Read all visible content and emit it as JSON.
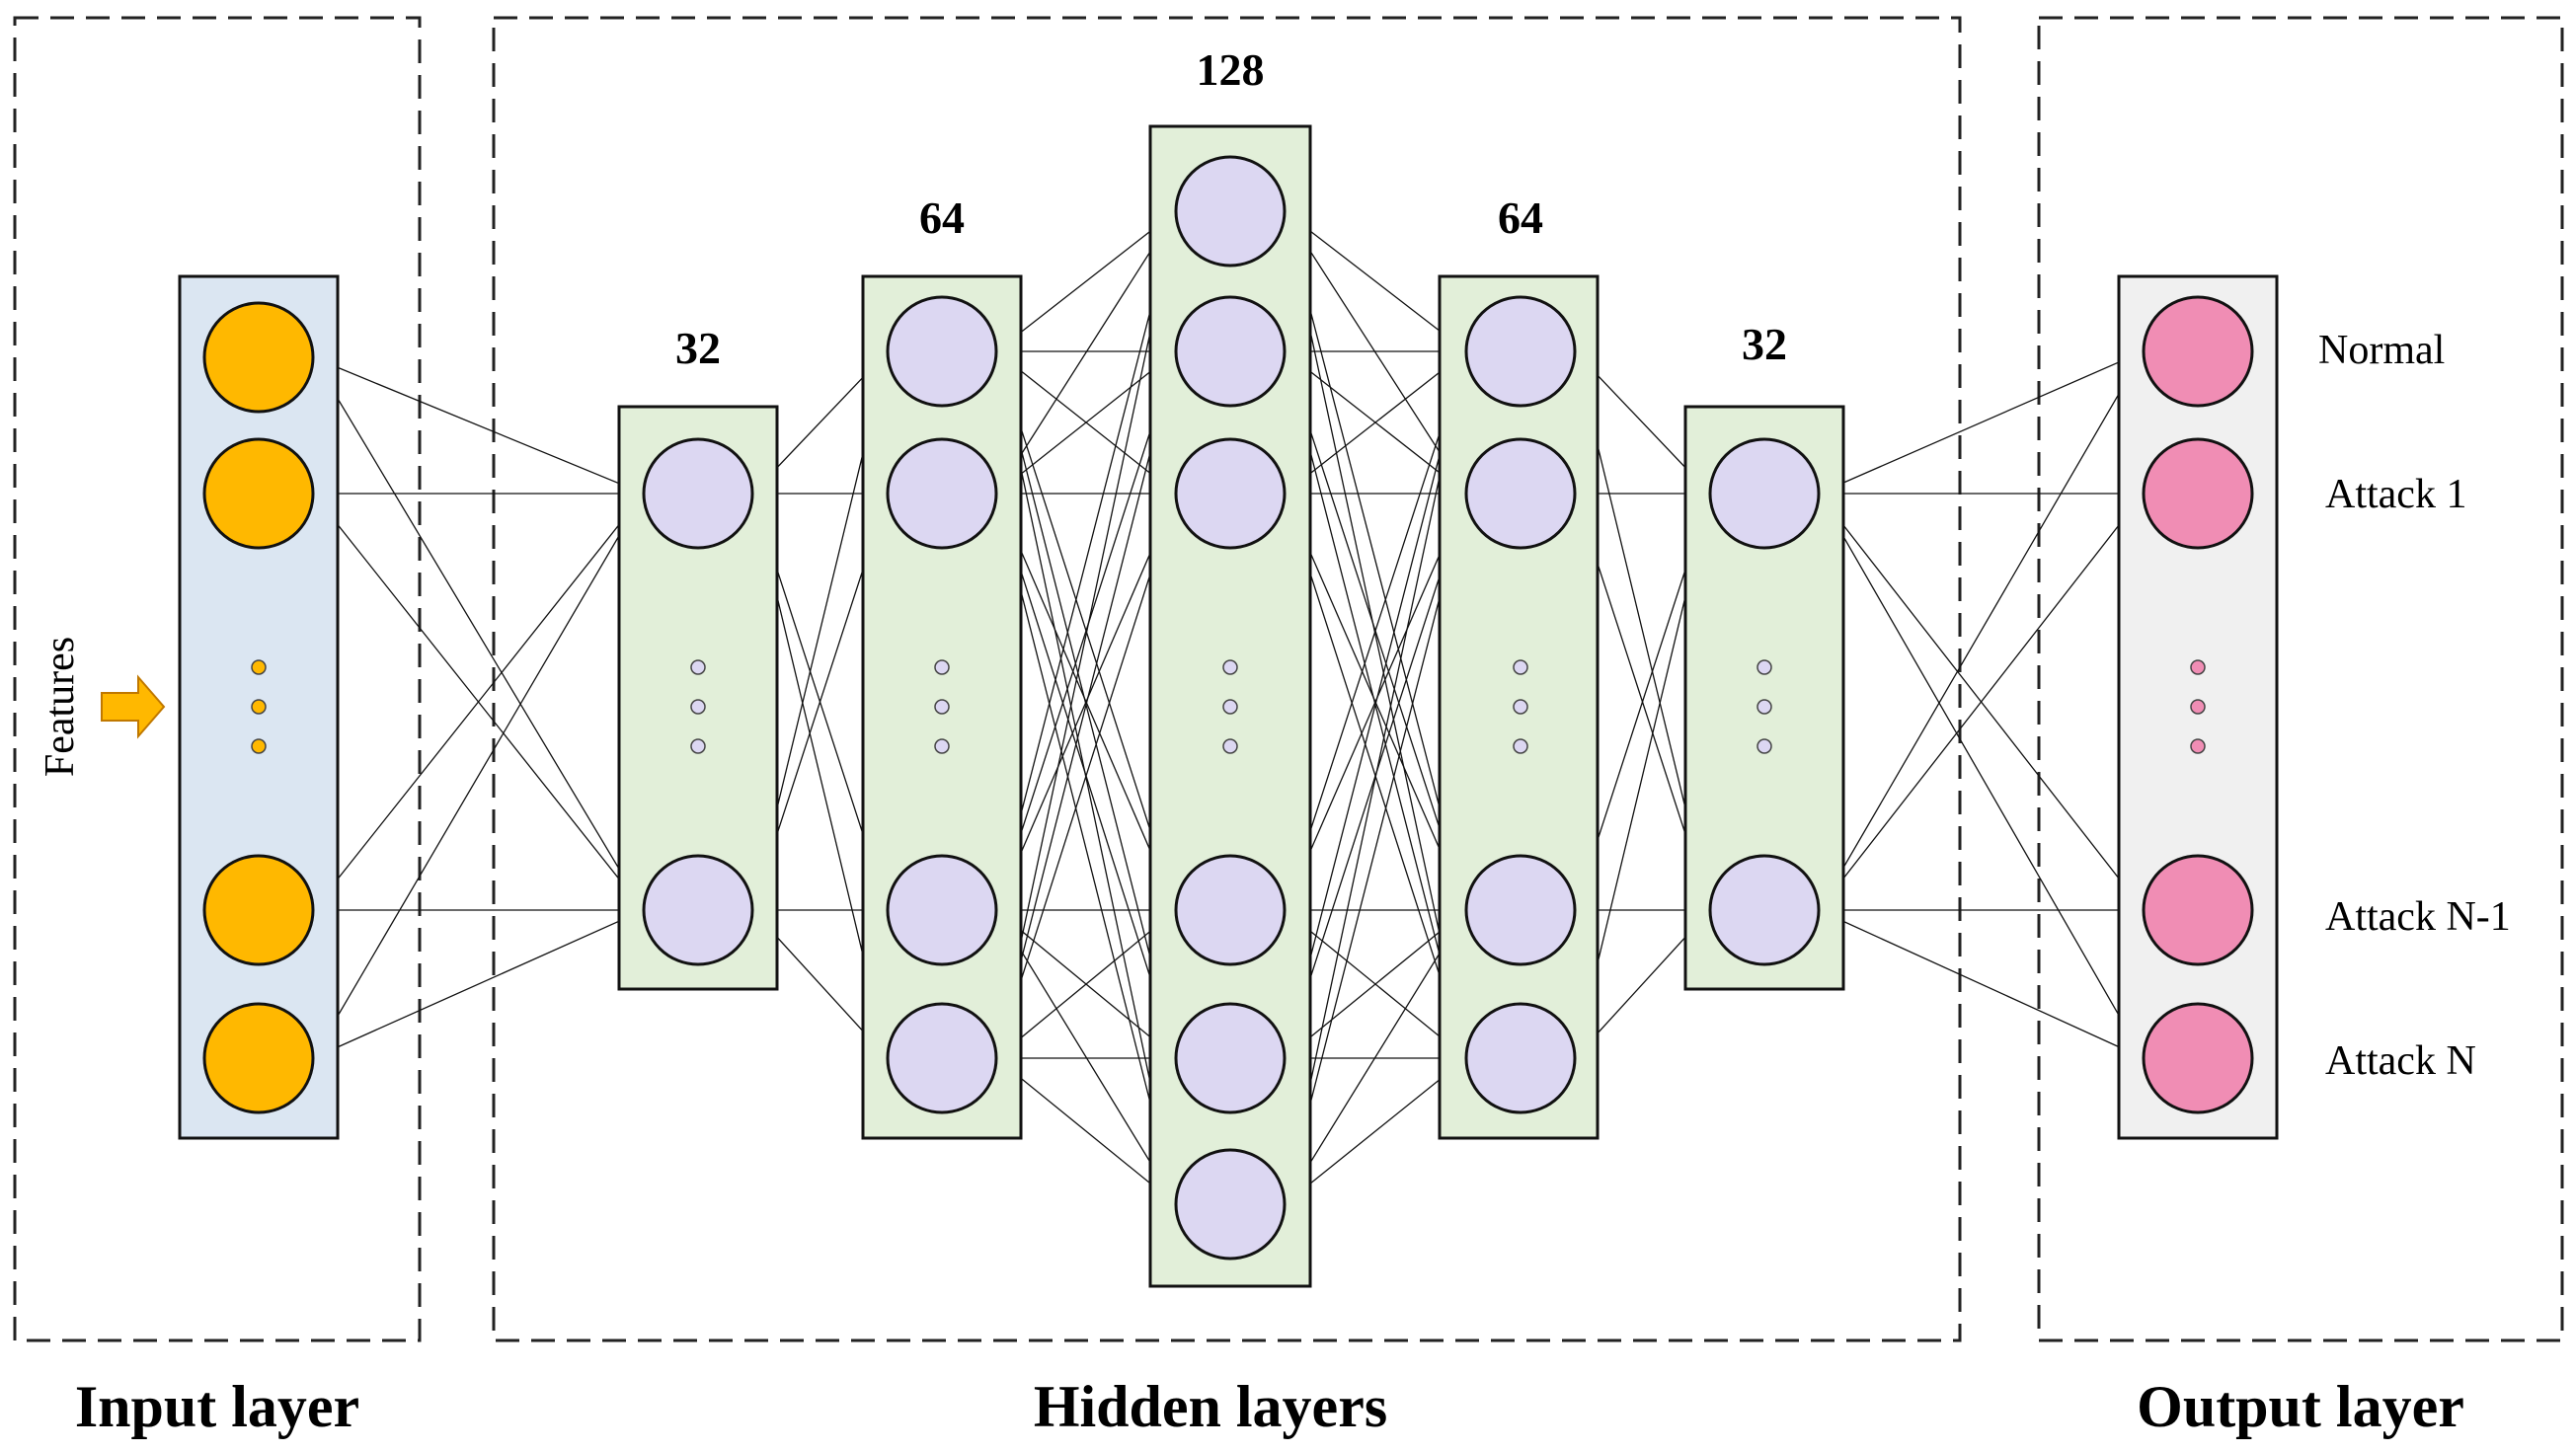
{
  "sections": {
    "input": "Input layer",
    "hidden": "Hidden layers",
    "output": "Output layer"
  },
  "features_label": "Features",
  "layer_sizes": [
    "32",
    "64",
    "128",
    "64",
    "32"
  ],
  "output_classes": [
    "Normal",
    "Attack 1",
    "Attack N-1",
    "Attack N"
  ],
  "colors": {
    "input_column": "#dbe6f2",
    "input_node": "#ffb800",
    "hidden_column": "#e2efd9",
    "hidden_node": "#dcd7f2",
    "output_column": "#f0f0f0",
    "output_node": "#f08db4",
    "arrow": "#ffb800"
  }
}
